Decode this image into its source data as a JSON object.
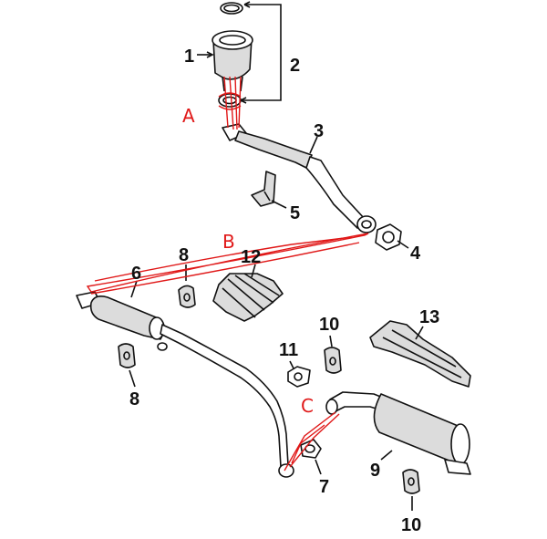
{
  "callouts": {
    "n1": "1",
    "n2": "2",
    "n3": "3",
    "n4": "4",
    "n5": "5",
    "n6": "6",
    "n7": "7",
    "n8a": "8",
    "n8b": "8",
    "n9": "9",
    "n10a": "10",
    "n10b": "10",
    "n11": "11",
    "n12": "12",
    "n13": "13"
  },
  "annotations": {
    "a": "A",
    "b": "B",
    "c": "C"
  },
  "colors": {
    "ink": "#111111",
    "annotation": "#e01818",
    "background": "#ffffff"
  }
}
